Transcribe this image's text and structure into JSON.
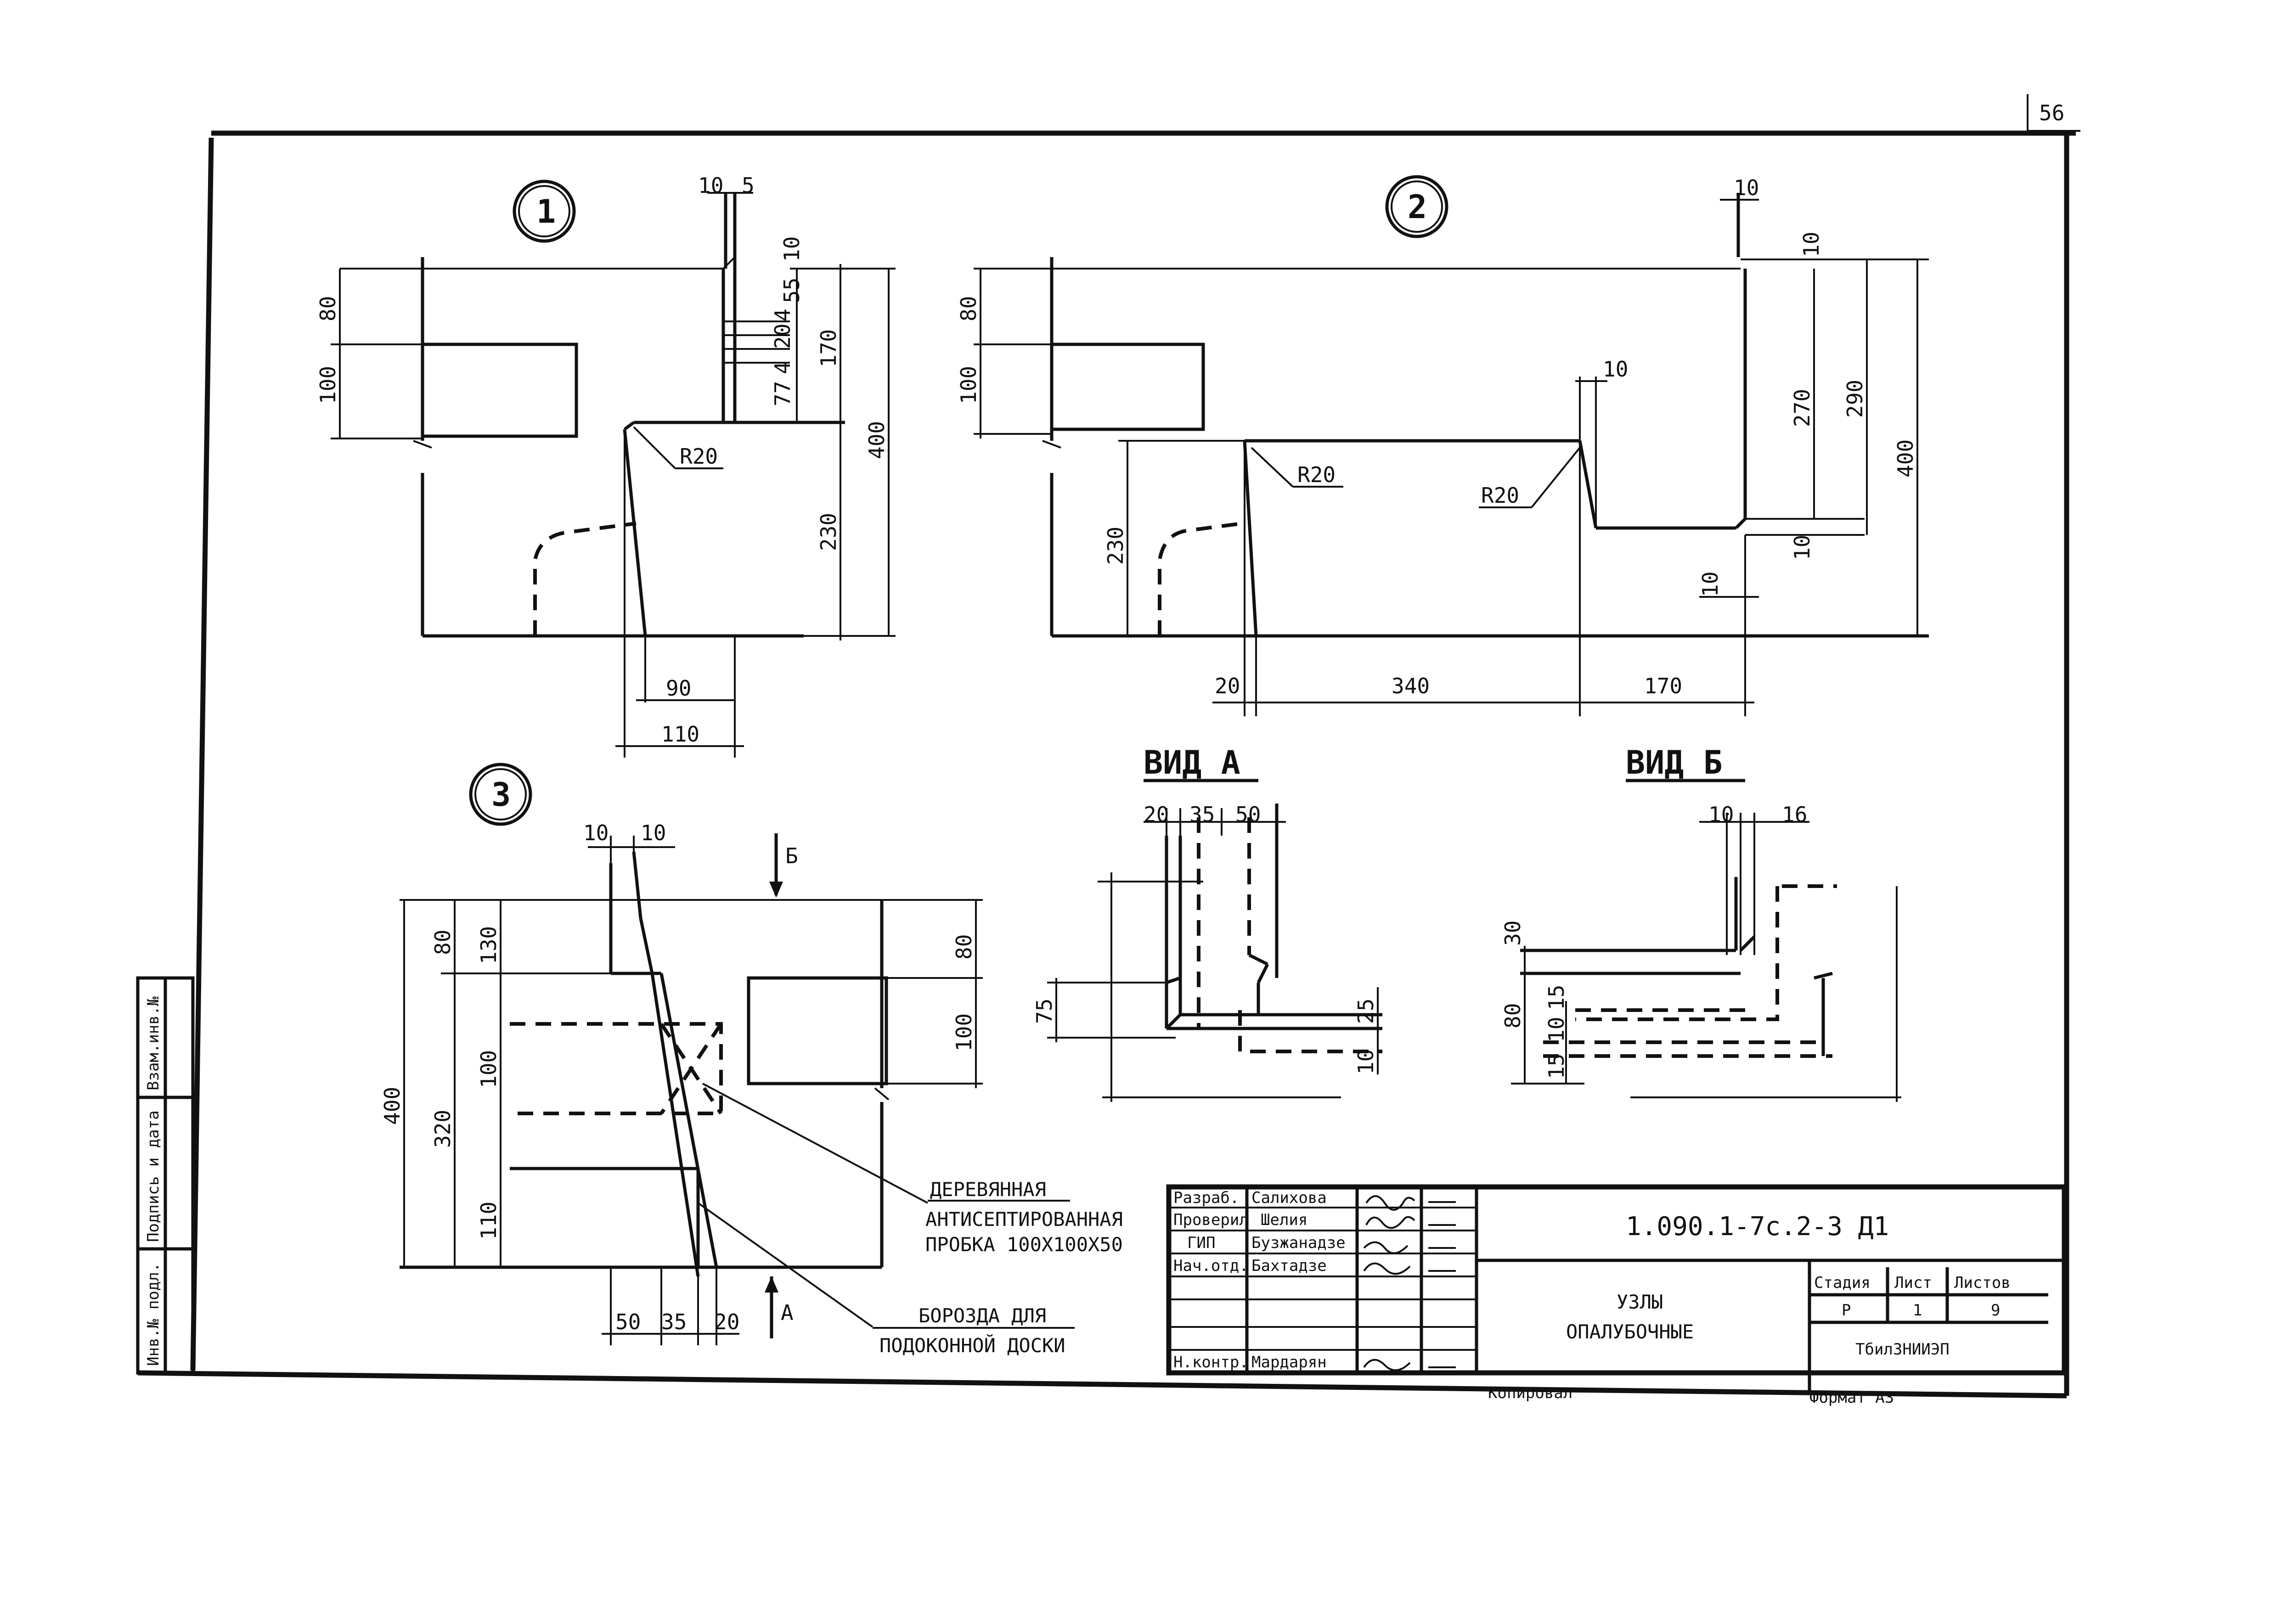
{
  "sheet_number": "56",
  "nodes": {
    "node1": {
      "number": "1",
      "dims": [
        "10",
        "5",
        "10",
        "55",
        "4",
        "20",
        "4",
        "77",
        "80",
        "100",
        "170",
        "400",
        "230",
        "90",
        "110"
      ],
      "radius": "R20"
    },
    "node2": {
      "number": "2",
      "dims": [
        "10",
        "10",
        "80",
        "100",
        "270",
        "290",
        "400",
        "10",
        "10",
        "230",
        "20",
        "340",
        "170",
        "10"
      ],
      "radius_left": "R20",
      "radius_right": "R20"
    },
    "node3": {
      "number": "3",
      "dims": [
        "10",
        "10",
        "80",
        "130",
        "100",
        "320",
        "400",
        "110",
        "80",
        "100",
        "50",
        "35",
        "20"
      ],
      "arrow_b": "Б",
      "arrow_a": "А"
    }
  },
  "view_a": {
    "title": "ВИД А",
    "dims": [
      "20",
      "35",
      "50",
      "75",
      "25",
      "10"
    ]
  },
  "view_b": {
    "title": "ВИД Б",
    "dims": [
      "10",
      "16",
      "30",
      "80",
      "15",
      "10",
      "15"
    ]
  },
  "notes": {
    "plug_line1": "ДЕРЕВЯННАЯ",
    "plug_line2": "АНТИСЕПТИРОВАННАЯ",
    "plug_line3": "ПРОБКА 100Х100Х50",
    "groove_line1": "БОРОЗДА ДЛЯ",
    "groove_line2": "ПОДОКОННОЙ ДОСКИ"
  },
  "side_stamp": {
    "col1": "Инв.№ подл.",
    "col2": "Подпись и дата",
    "col3": "Взам.инв.№"
  },
  "title_block": {
    "rows": [
      {
        "role": "Разраб.",
        "name": "Салихова"
      },
      {
        "role": "Проверил",
        "name": "Шелия"
      },
      {
        "role": "ГИП",
        "name": "Бузжанадзе"
      },
      {
        "role": "Нач.отд.",
        "name": "Бахтадзе"
      },
      {
        "role": "",
        "name": ""
      },
      {
        "role": "",
        "name": ""
      },
      {
        "role": "Н.контр.",
        "name": "Мардарян"
      }
    ],
    "document_code": "1.090.1-7с.2-3 Д1",
    "title_line1": "УЗЛЫ",
    "title_line2": "ОПАЛУБОЧНЫЕ",
    "stage_header": "Стадия",
    "sheet_header": "Лист",
    "sheets_header": "Листов",
    "stage_value": "Р",
    "sheet_value": "1",
    "sheets_value": "9",
    "organization": "ТбилЗНИИЭП",
    "copied_label": "Копировал",
    "format_label": "Формат А3"
  }
}
